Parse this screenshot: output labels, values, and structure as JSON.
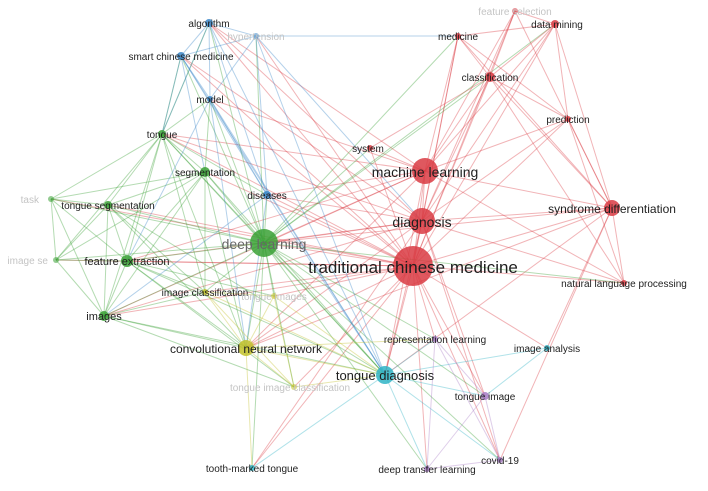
{
  "network": {
    "clusters": [
      {
        "id": "red",
        "color": "#d93b43"
      },
      {
        "id": "green",
        "color": "#3aa135"
      },
      {
        "id": "blue",
        "color": "#3a86c8"
      },
      {
        "id": "yellow",
        "color": "#c2c12a"
      },
      {
        "id": "cyan",
        "color": "#2fb4c6"
      },
      {
        "id": "purple",
        "color": "#a77bc4"
      }
    ],
    "nodes": [
      {
        "id": "tcm",
        "label": "traditional chinese medicine",
        "cluster": "red"
      },
      {
        "id": "diag",
        "label": "diagnosis",
        "cluster": "red"
      },
      {
        "id": "ml",
        "label": "machine learning",
        "cluster": "red"
      },
      {
        "id": "sd",
        "label": "syndrome differentiation",
        "cluster": "red"
      },
      {
        "id": "nlp",
        "label": "natural language processing",
        "cluster": "red"
      },
      {
        "id": "classif",
        "label": "classification",
        "cluster": "red"
      },
      {
        "id": "dm",
        "label": "data mining",
        "cluster": "red"
      },
      {
        "id": "fs",
        "label": "feature selection",
        "cluster": "red",
        "faded": true
      },
      {
        "id": "med",
        "label": "medicine",
        "cluster": "red"
      },
      {
        "id": "pred",
        "label": "prediction",
        "cluster": "red"
      },
      {
        "id": "sys",
        "label": "system",
        "cluster": "red"
      },
      {
        "id": "dl",
        "label": "deep learning",
        "cluster": "green"
      },
      {
        "id": "tongue",
        "label": "tongue",
        "cluster": "green"
      },
      {
        "id": "seg",
        "label": "segmentation",
        "cluster": "green"
      },
      {
        "id": "tseg",
        "label": "tongue segmentation",
        "cluster": "green"
      },
      {
        "id": "fe",
        "label": "feature extraction",
        "cluster": "green"
      },
      {
        "id": "images",
        "label": "images",
        "cluster": "green"
      },
      {
        "id": "task",
        "label": "task",
        "cluster": "green",
        "faded": true
      },
      {
        "id": "imgseg",
        "label": "image se",
        "cluster": "green",
        "faded": true
      },
      {
        "id": "alg",
        "label": "algorithm",
        "cluster": "blue"
      },
      {
        "id": "hyp",
        "label": "hypertension",
        "cluster": "blue",
        "faded": true
      },
      {
        "id": "scm",
        "label": "smart chinese medicine",
        "cluster": "blue"
      },
      {
        "id": "model",
        "label": "model",
        "cluster": "blue"
      },
      {
        "id": "dis",
        "label": "diseases",
        "cluster": "blue"
      },
      {
        "id": "cnn",
        "label": "convolutional neural network",
        "cluster": "yellow"
      },
      {
        "id": "ic",
        "label": "image classification",
        "cluster": "yellow"
      },
      {
        "id": "ti",
        "label": "tongue images",
        "cluster": "yellow",
        "faded": true
      },
      {
        "id": "tic",
        "label": "tongue image classification",
        "cluster": "yellow",
        "faded": true
      },
      {
        "id": "td",
        "label": "tongue diagnosis",
        "cluster": "cyan"
      },
      {
        "id": "tmt",
        "label": "tooth-marked tongue",
        "cluster": "cyan"
      },
      {
        "id": "ia",
        "label": "image analysis",
        "cluster": "cyan"
      },
      {
        "id": "rl",
        "label": "representation learning",
        "cluster": "purple"
      },
      {
        "id": "timg",
        "label": "tongue image",
        "cluster": "purple"
      },
      {
        "id": "covid",
        "label": "covid-19",
        "cluster": "purple"
      },
      {
        "id": "dtl",
        "label": "deep transfer learning",
        "cluster": "purple"
      }
    ],
    "links": [
      [
        "tcm",
        "diag"
      ],
      [
        "tcm",
        "ml"
      ],
      [
        "tcm",
        "sd"
      ],
      [
        "tcm",
        "nlp"
      ],
      [
        "tcm",
        "classif"
      ],
      [
        "tcm",
        "dm"
      ],
      [
        "tcm",
        "fs"
      ],
      [
        "tcm",
        "med"
      ],
      [
        "tcm",
        "pred"
      ],
      [
        "tcm",
        "sys"
      ],
      [
        "tcm",
        "dl"
      ],
      [
        "tcm",
        "tongue"
      ],
      [
        "tcm",
        "seg"
      ],
      [
        "tcm",
        "tseg"
      ],
      [
        "tcm",
        "fe"
      ],
      [
        "tcm",
        "images"
      ],
      [
        "tcm",
        "task"
      ],
      [
        "tcm",
        "imgseg"
      ],
      [
        "tcm",
        "alg"
      ],
      [
        "tcm",
        "hyp"
      ],
      [
        "tcm",
        "scm"
      ],
      [
        "tcm",
        "model"
      ],
      [
        "tcm",
        "dis"
      ],
      [
        "tcm",
        "cnn"
      ],
      [
        "tcm",
        "ic"
      ],
      [
        "tcm",
        "ti"
      ],
      [
        "tcm",
        "tic"
      ],
      [
        "tcm",
        "td"
      ],
      [
        "tcm",
        "tmt"
      ],
      [
        "tcm",
        "ia"
      ],
      [
        "tcm",
        "rl"
      ],
      [
        "tcm",
        "timg"
      ],
      [
        "tcm",
        "covid"
      ],
      [
        "tcm",
        "dtl"
      ],
      [
        "diag",
        "ml"
      ],
      [
        "diag",
        "sd"
      ],
      [
        "diag",
        "dl"
      ],
      [
        "diag",
        "classif"
      ],
      [
        "diag",
        "dm"
      ],
      [
        "diag",
        "med"
      ],
      [
        "diag",
        "pred"
      ],
      [
        "diag",
        "nlp"
      ],
      [
        "diag",
        "fs"
      ],
      [
        "diag",
        "td"
      ],
      [
        "diag",
        "cnn"
      ],
      [
        "diag",
        "fe"
      ],
      [
        "diag",
        "tongue"
      ],
      [
        "diag",
        "images"
      ],
      [
        "diag",
        "alg"
      ],
      [
        "diag",
        "scm"
      ],
      [
        "diag",
        "dis"
      ],
      [
        "diag",
        "covid"
      ],
      [
        "diag",
        "timg"
      ],
      [
        "diag",
        "tmt"
      ],
      [
        "ml",
        "dl"
      ],
      [
        "ml",
        "classif"
      ],
      [
        "ml",
        "dm"
      ],
      [
        "ml",
        "sd"
      ],
      [
        "ml",
        "pred"
      ],
      [
        "ml",
        "med"
      ],
      [
        "ml",
        "fs"
      ],
      [
        "ml",
        "nlp"
      ],
      [
        "ml",
        "sys"
      ],
      [
        "ml",
        "alg"
      ],
      [
        "ml",
        "model"
      ],
      [
        "ml",
        "tongue"
      ],
      [
        "ml",
        "fe"
      ],
      [
        "ml",
        "td"
      ],
      [
        "ml",
        "cnn"
      ],
      [
        "ml",
        "dis"
      ],
      [
        "ml",
        "images"
      ],
      [
        "sd",
        "dl"
      ],
      [
        "sd",
        "dm"
      ],
      [
        "sd",
        "classif"
      ],
      [
        "sd",
        "nlp"
      ],
      [
        "sd",
        "pred"
      ],
      [
        "sd",
        "med"
      ],
      [
        "sd",
        "ia"
      ],
      [
        "sd",
        "td"
      ],
      [
        "sd",
        "cnn"
      ],
      [
        "sd",
        "covid"
      ],
      [
        "sd",
        "fs"
      ],
      [
        "dl",
        "tongue"
      ],
      [
        "dl",
        "seg"
      ],
      [
        "dl",
        "tseg"
      ],
      [
        "dl",
        "fe"
      ],
      [
        "dl",
        "images"
      ],
      [
        "dl",
        "task"
      ],
      [
        "dl",
        "imgseg"
      ],
      [
        "dl",
        "cnn"
      ],
      [
        "dl",
        "ic"
      ],
      [
        "dl",
        "ti"
      ],
      [
        "dl",
        "tic"
      ],
      [
        "dl",
        "td"
      ],
      [
        "dl",
        "tmt"
      ],
      [
        "dl",
        "alg"
      ],
      [
        "dl",
        "model"
      ],
      [
        "dl",
        "scm"
      ],
      [
        "dl",
        "dis"
      ],
      [
        "dl",
        "hyp"
      ],
      [
        "dl",
        "rl"
      ],
      [
        "dl",
        "timg"
      ],
      [
        "dl",
        "dtl"
      ],
      [
        "dl",
        "covid"
      ],
      [
        "dl",
        "nlp"
      ],
      [
        "dl",
        "classif"
      ],
      [
        "dl",
        "dm"
      ],
      [
        "dl",
        "med"
      ],
      [
        "dl",
        "sys"
      ],
      [
        "tongue",
        "seg"
      ],
      [
        "tongue",
        "tseg"
      ],
      [
        "tongue",
        "fe"
      ],
      [
        "tongue",
        "images"
      ],
      [
        "tongue",
        "task"
      ],
      [
        "tongue",
        "imgseg"
      ],
      [
        "tongue",
        "cnn"
      ],
      [
        "tongue",
        "alg"
      ],
      [
        "tongue",
        "model"
      ],
      [
        "tongue",
        "scm"
      ],
      [
        "tongue",
        "td"
      ],
      [
        "tongue",
        "dis"
      ],
      [
        "tongue",
        "ic"
      ],
      [
        "seg",
        "tseg"
      ],
      [
        "seg",
        "fe"
      ],
      [
        "seg",
        "images"
      ],
      [
        "seg",
        "cnn"
      ],
      [
        "seg",
        "td"
      ],
      [
        "seg",
        "task"
      ],
      [
        "seg",
        "imgseg"
      ],
      [
        "seg",
        "model"
      ],
      [
        "seg",
        "ic"
      ],
      [
        "tseg",
        "fe"
      ],
      [
        "tseg",
        "images"
      ],
      [
        "tseg",
        "task"
      ],
      [
        "tseg",
        "imgseg"
      ],
      [
        "tseg",
        "cnn"
      ],
      [
        "tseg",
        "td"
      ],
      [
        "tseg",
        "ic"
      ],
      [
        "fe",
        "images"
      ],
      [
        "fe",
        "imgseg"
      ],
      [
        "fe",
        "task"
      ],
      [
        "fe",
        "cnn"
      ],
      [
        "fe",
        "ic"
      ],
      [
        "fe",
        "td"
      ],
      [
        "fe",
        "ti"
      ],
      [
        "fe",
        "tic"
      ],
      [
        "images",
        "cnn"
      ],
      [
        "images",
        "imgseg"
      ],
      [
        "images",
        "task"
      ],
      [
        "images",
        "td"
      ],
      [
        "images",
        "ic"
      ],
      [
        "images",
        "tic"
      ],
      [
        "task",
        "imgseg"
      ],
      [
        "alg",
        "scm"
      ],
      [
        "alg",
        "model"
      ],
      [
        "alg",
        "dis"
      ],
      [
        "alg",
        "hyp"
      ],
      [
        "alg",
        "tongue"
      ],
      [
        "alg",
        "td"
      ],
      [
        "hyp",
        "scm"
      ],
      [
        "hyp",
        "model"
      ],
      [
        "hyp",
        "td"
      ],
      [
        "hyp",
        "diag"
      ],
      [
        "hyp",
        "dis"
      ],
      [
        "hyp",
        "med"
      ],
      [
        "scm",
        "model"
      ],
      [
        "scm",
        "dis"
      ],
      [
        "scm",
        "tongue"
      ],
      [
        "scm",
        "td"
      ],
      [
        "scm",
        "seg"
      ],
      [
        "model",
        "dis"
      ],
      [
        "model",
        "td"
      ],
      [
        "model",
        "cnn"
      ],
      [
        "model",
        "fe"
      ],
      [
        "dis",
        "td"
      ],
      [
        "dis",
        "cnn"
      ],
      [
        "dis",
        "images"
      ],
      [
        "cnn",
        "ic"
      ],
      [
        "cnn",
        "ti"
      ],
      [
        "cnn",
        "tic"
      ],
      [
        "cnn",
        "td"
      ],
      [
        "cnn",
        "tmt"
      ],
      [
        "cnn",
        "rl"
      ],
      [
        "ic",
        "ti"
      ],
      [
        "ic",
        "tic"
      ],
      [
        "ic",
        "td"
      ],
      [
        "ti",
        "td"
      ],
      [
        "ti",
        "tic"
      ],
      [
        "tic",
        "td"
      ],
      [
        "td",
        "tmt"
      ],
      [
        "td",
        "ia"
      ],
      [
        "td",
        "rl"
      ],
      [
        "td",
        "timg"
      ],
      [
        "td",
        "covid"
      ],
      [
        "td",
        "dtl"
      ],
      [
        "rl",
        "timg"
      ],
      [
        "rl",
        "covid"
      ],
      [
        "rl",
        "dtl"
      ],
      [
        "timg",
        "covid"
      ],
      [
        "timg",
        "dtl"
      ],
      [
        "covid",
        "dtl"
      ],
      [
        "classif",
        "dm"
      ],
      [
        "classif",
        "fs"
      ],
      [
        "classif",
        "med"
      ],
      [
        "classif",
        "pred"
      ],
      [
        "dm",
        "fs"
      ],
      [
        "dm",
        "med"
      ],
      [
        "dm",
        "pred"
      ],
      [
        "med",
        "pred"
      ],
      [
        "sys",
        "classif"
      ],
      [
        "nlp",
        "classif"
      ],
      [
        "nlp",
        "pred"
      ],
      [
        "ia",
        "timg"
      ]
    ]
  }
}
